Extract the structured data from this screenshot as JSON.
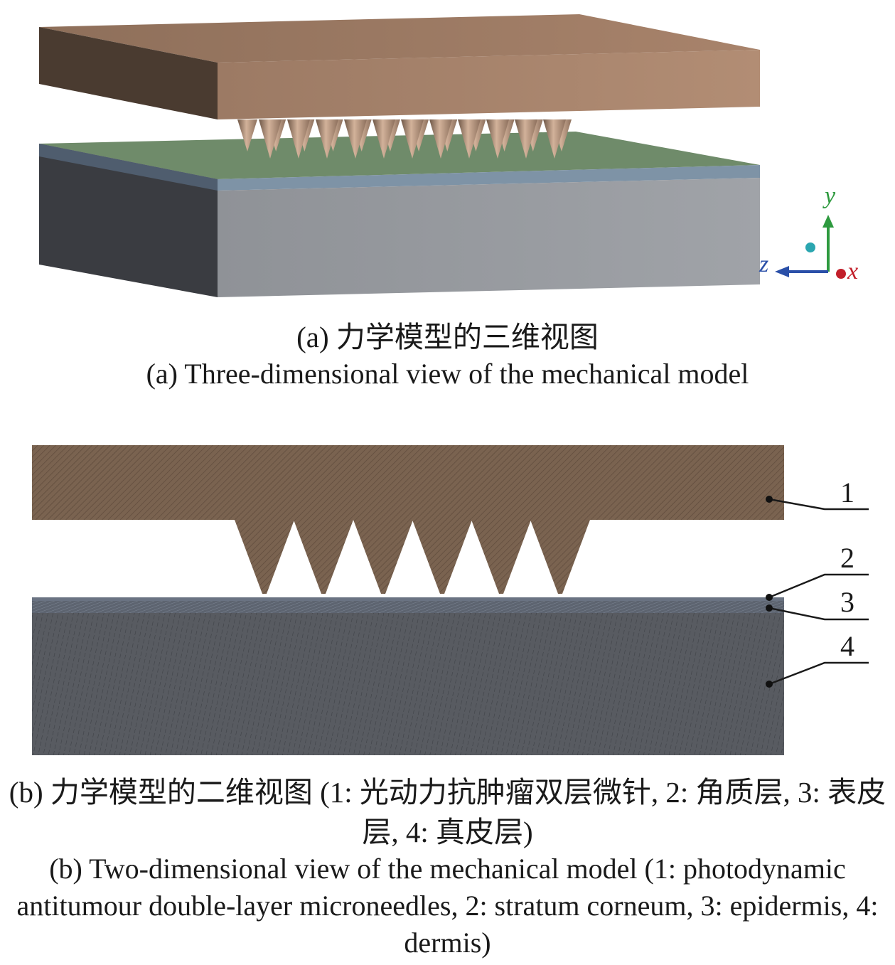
{
  "panel_a": {
    "caption_zh": "(a) 力学模型的三维视图",
    "caption_en": "(a) Three-dimensional view of the mechanical model",
    "axes": {
      "y": "y",
      "z": "z",
      "x": "x"
    },
    "colors": {
      "plate_top": "#a8836b",
      "plate_front": "#b08c72",
      "plate_side": "#4a3b30",
      "skin_top": "#6f8b6a",
      "skin_layer": "#7e93a6",
      "skin_front": "#979aa0",
      "skin_side": "#3a3c41",
      "axis_y": "#2e9a3f",
      "axis_z": "#2a4fa8",
      "axis_x": "#c21f2a",
      "axis_dot": "#2ba6b0"
    }
  },
  "panel_b": {
    "labels": [
      "1",
      "2",
      "3",
      "4"
    ],
    "caption_zh": "(b) 力学模型的二维视图 (1: 光动力抗肿瘤双层微针, 2: 角质层, 3: 表皮层, 4: 真皮层)",
    "caption_en": "(b) Two-dimensional view of the mechanical model (1: photodynamic antitumour double-layer microneedles, 2: stratum corneum, 3: epidermis, 4: dermis)",
    "colors": {
      "needle": "#7a6350",
      "stratum": "#6a7382",
      "epidermis": "#5d6470",
      "dermis": "#55585e"
    }
  }
}
